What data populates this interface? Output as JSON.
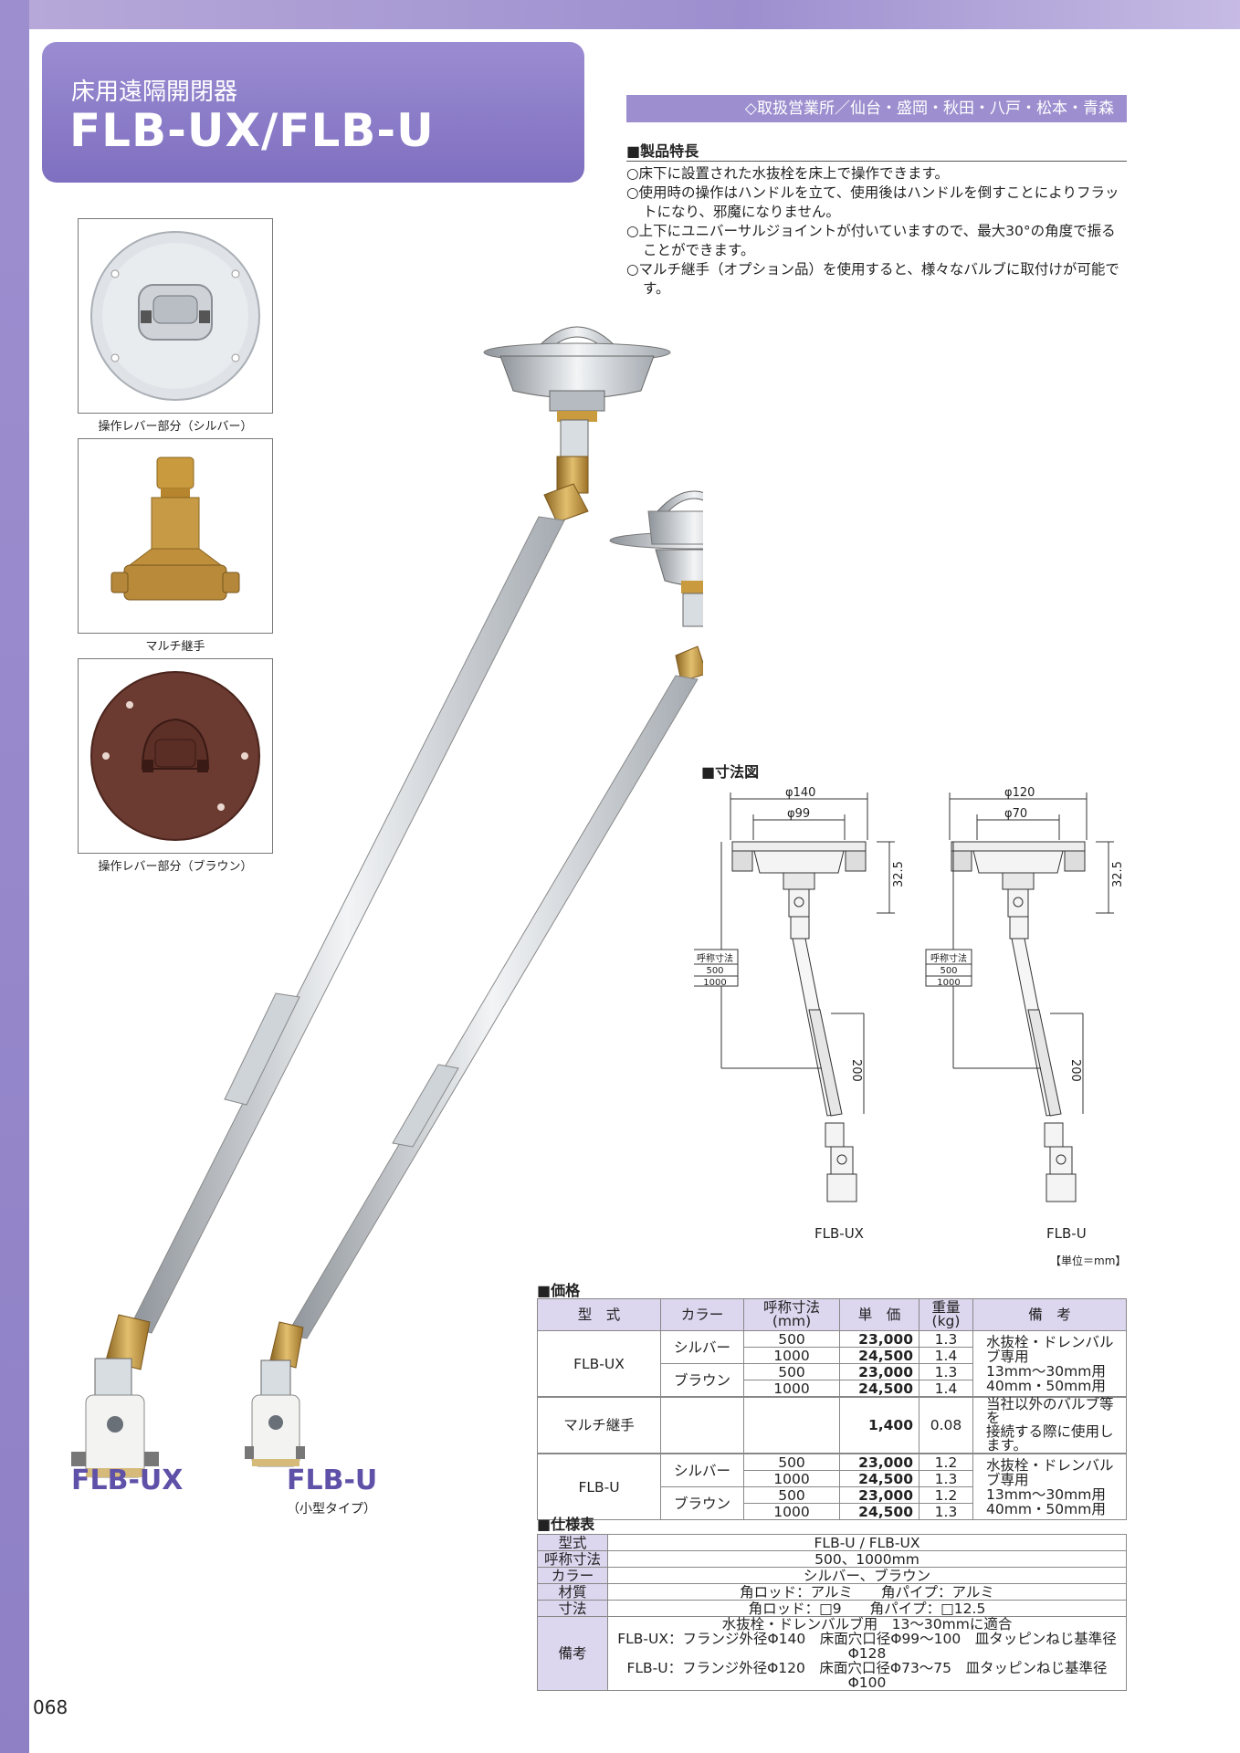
{
  "header": {
    "subtitle": "床用遠隔開閉器",
    "title": "FLB-UX/FLB-U",
    "offices": "◇取扱営業所／仙台・盛岡・秋田・八戸・松本・青森"
  },
  "features": {
    "heading": "■製品特長",
    "items": [
      "○床下に設置された水抜栓を床上で操作できます。",
      "○使用時の操作はハンドルを立て、使用後はハンドルを倒すことによりフラットになり、邪魔になりません。",
      "○上下にユニバーサルジョイントが付いていますので、最大30°の角度で振ることができます。",
      "○マルチ継手（オプション品）を使用すると、様々なバルブに取付けが可能です。"
    ]
  },
  "photos": {
    "silver_caption": "操作レバー部分（シルバー）",
    "joint_caption": "マルチ継手",
    "brown_caption": "操作レバー部分（ブラウン）"
  },
  "products": {
    "ux_label": "FLB-UX",
    "u_label": "FLB-U",
    "u_note": "（小型タイプ）"
  },
  "dimensions": {
    "heading": "■寸法図",
    "ux": {
      "outer": "φ140",
      "inner": "φ99",
      "height": "32.5",
      "length": "200",
      "name": "FLB-UX"
    },
    "u": {
      "outer": "φ120",
      "inner": "φ70",
      "height": "32.5",
      "length": "200",
      "name": "FLB-U"
    },
    "size_box": [
      "呼称寸法",
      "500",
      "1000"
    ],
    "unit": "【単位＝mm】"
  },
  "price": {
    "heading": "■価格",
    "headers": [
      "型　式",
      "カラー",
      "呼称寸法\n(mm)",
      "単　価",
      "重量\n(kg)",
      "備　考"
    ],
    "ux_model": "FLB-UX",
    "u_model": "FLB-U",
    "joint_model": "マルチ継手",
    "silver": "シルバー",
    "brown": "ブラウン",
    "ux_rows": [
      {
        "size": "500",
        "price": "23,000",
        "weight": "1.3"
      },
      {
        "size": "1000",
        "price": "24,500",
        "weight": "1.4"
      },
      {
        "size": "500",
        "price": "23,000",
        "weight": "1.3"
      },
      {
        "size": "1000",
        "price": "24,500",
        "weight": "1.4"
      }
    ],
    "joint_row": {
      "price": "1,400",
      "weight": "0.08"
    },
    "u_rows": [
      {
        "size": "500",
        "price": "23,000",
        "weight": "1.2"
      },
      {
        "size": "1000",
        "price": "24,500",
        "weight": "1.3"
      },
      {
        "size": "500",
        "price": "23,000",
        "weight": "1.2"
      },
      {
        "size": "1000",
        "price": "24,500",
        "weight": "1.3"
      }
    ],
    "ux_note": "水抜栓・ドレンバルブ専用\n13mm〜30mm用\n40mm・50mm用",
    "joint_note": "当社以外のバルブ等を\n接続する際に使用します。",
    "u_note": "水抜栓・ドレンバルブ専用\n13mm〜30mm用\n40mm・50mm用"
  },
  "spec": {
    "heading": "■仕様表",
    "rows": [
      {
        "key": "型式",
        "value": "FLB-U / FLB-UX"
      },
      {
        "key": "呼称寸法",
        "value": "500、1000mm"
      },
      {
        "key": "カラー",
        "value": "シルバー、ブラウン"
      },
      {
        "key": "材質",
        "value": "角ロッド：アルミ　　角パイプ：アルミ"
      },
      {
        "key": "寸法",
        "value": "角ロッド：□9　　角パイプ：□12.5"
      },
      {
        "key": "備考",
        "value": "水抜栓・ドレンバルブ用　13〜30mmに適合\nFLB-UX：フランジ外径Φ140　床面穴口径Φ99〜100　皿タッピンねじ基準径Φ128\nFLB-U：フランジ外径Φ120　床面穴口径Φ73〜75　皿タッピンねじ基準径Φ100"
      }
    ]
  },
  "page_number": "068",
  "colors": {
    "accent": "#9d8fcf",
    "label": "#5f51a8",
    "table_head": "#dcd6ee"
  }
}
